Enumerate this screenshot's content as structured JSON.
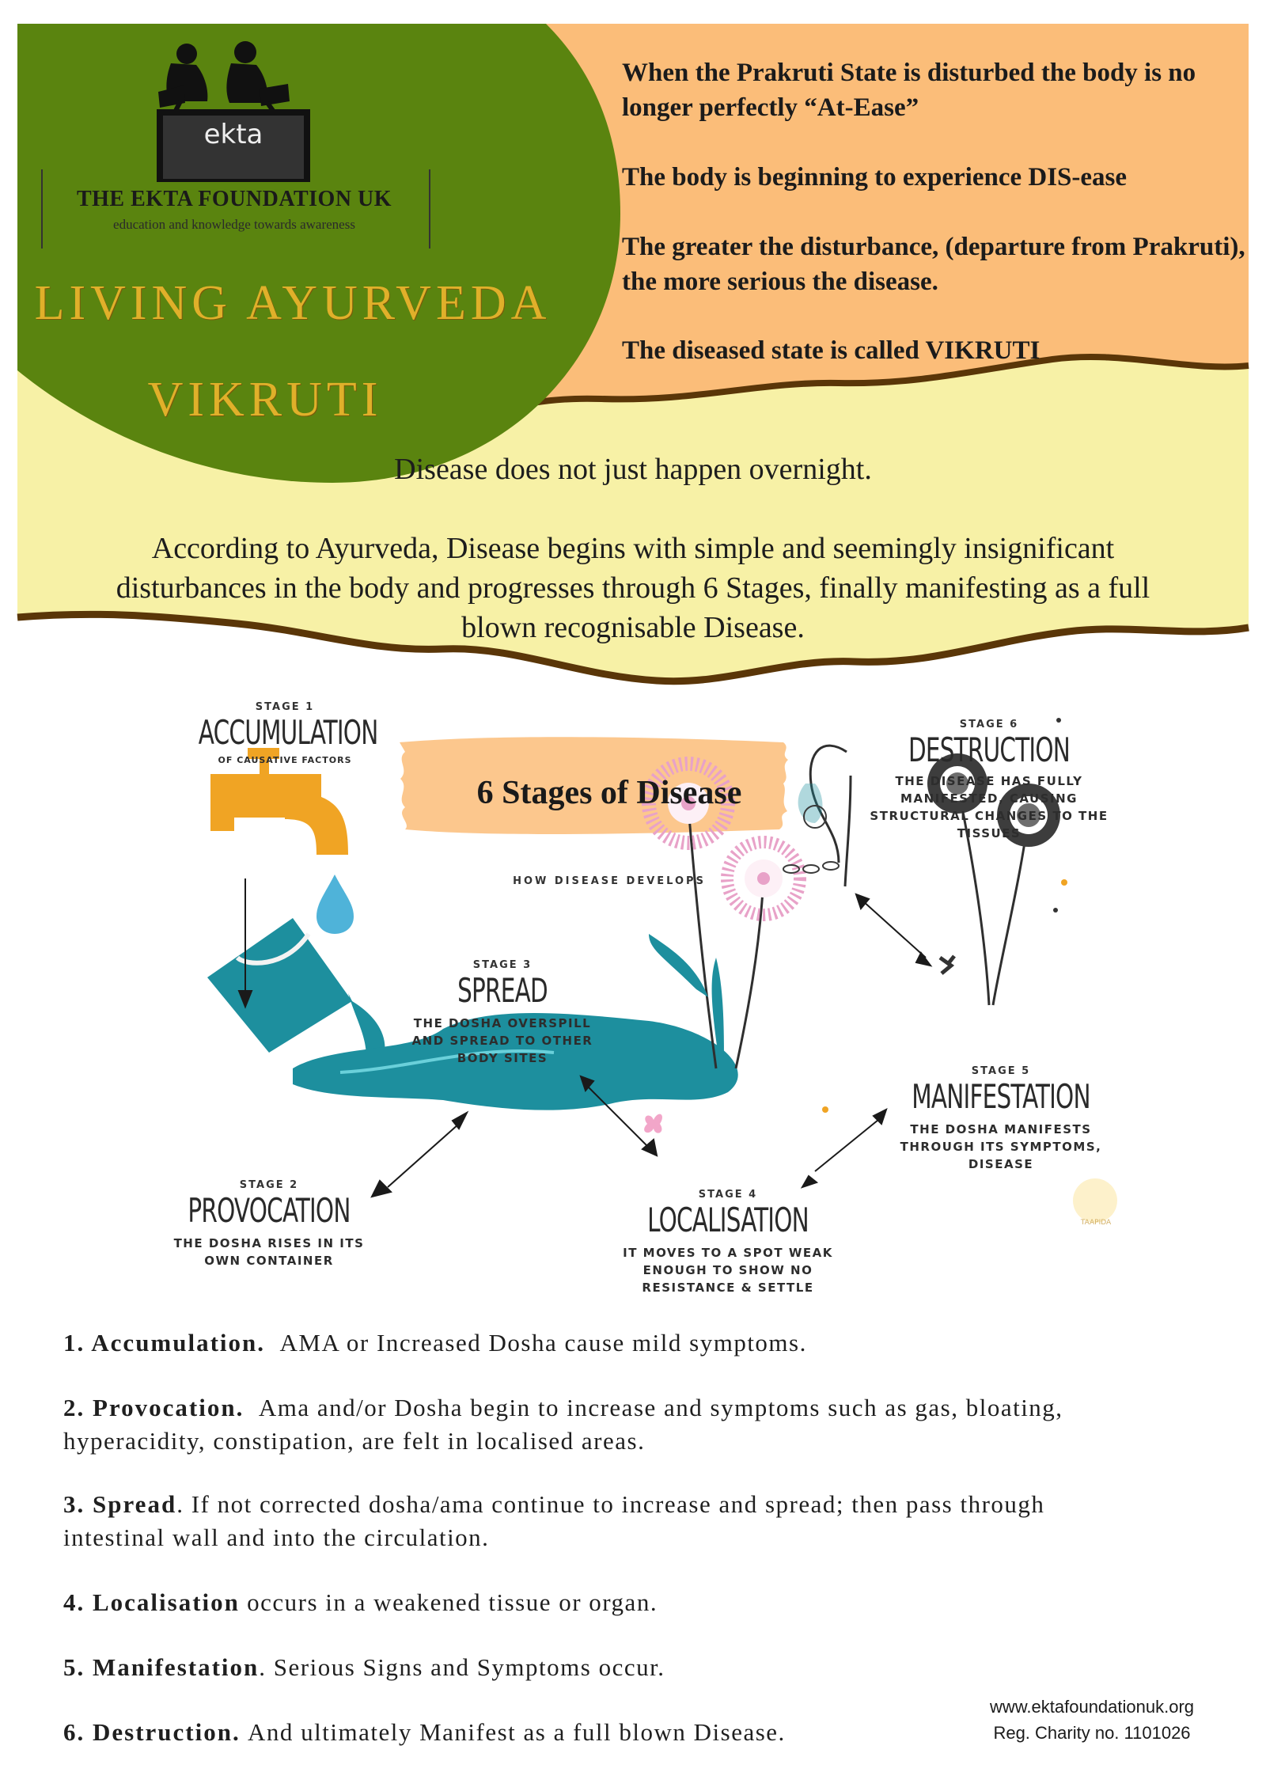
{
  "header": {
    "logo_text": "ekta",
    "org_name": "THE EKTA FOUNDATION UK",
    "tagline": "education and knowledge towards awareness",
    "title": "LIVING AYURVEDA",
    "subtitle": "VIKRUTI"
  },
  "intro": [
    "When the Prakruti State is disturbed the body is no longer perfectly “At-Ease”",
    "The body is beginning to experience DIS-ease",
    "The greater the disturbance, (departure from Prakruti), the more serious the disease.",
    "The diseased state is called VIKRUTI"
  ],
  "overnight": "Disease does not just happen overnight.",
  "paragraph": "According to Ayurveda, Disease begins with simple and seemingly insignificant disturbances in the body and progresses through 6 Stages, finally manifesting as a full blown recognisable Disease.",
  "diagram": {
    "banner_title": "6 Stages of Disease",
    "banner_subtitle": "HOW DISEASE DEVELOPS",
    "stages": [
      {
        "label": "STAGE 1",
        "name": "ACCUMULATION",
        "desc": "OF CAUSATIVE FACTORS"
      },
      {
        "label": "STAGE 2",
        "name": "PROVOCATION",
        "desc": "THE DOSHA RISES IN ITS OWN CONTAINER"
      },
      {
        "label": "STAGE 3",
        "name": "SPREAD",
        "desc": "THE DOSHA OVERSPILL AND SPREAD TO OTHER BODY SITES"
      },
      {
        "label": "STAGE 4",
        "name": "LOCALISATION",
        "desc": "IT MOVES TO A SPOT WEAK ENOUGH TO SHOW NO RESISTANCE & SETTLE"
      },
      {
        "label": "STAGE 5",
        "name": "MANIFESTATION",
        "desc": "THE DOSHA MANIFESTS THROUGH ITS SYMPTOMS, DISEASE"
      },
      {
        "label": "STAGE 6",
        "name": "DESTRUCTION",
        "desc": "THE DISEASE HAS FULLY MANIFESTED, CAUSING STRUCTURAL CHANGES TO THE TISSUES"
      }
    ],
    "watermark": "TAAPIDA"
  },
  "list": [
    {
      "term": "1. Accumulation.",
      "text": "AMA or Increased Dosha cause mild symptoms."
    },
    {
      "term": "2. Provocation.",
      "text": "Ama and/or Dosha begin to increase and symptoms such as gas, bloating, hyperacidity, constipation, are felt in localised areas."
    },
    {
      "term": "3. Spread",
      "text": ". If not corrected dosha/ama continue to increase and spread; then pass through intestinal wall and into the circulation."
    },
    {
      "term": "4. Localisation",
      "text": "occurs in a weakened tissue or organ."
    },
    {
      "term": "5. Manifestation",
      "text": ". Serious Signs and Symptoms occur."
    },
    {
      "term": "6. Destruction.",
      "text": "And ultimately Manifest as a full blown Disease."
    }
  ],
  "footer": {
    "website": "www.ektafoundationuk.org",
    "charity": "Reg. Charity no. 1101026"
  },
  "colors": {
    "green": "#5a840f",
    "peach": "#fbbd79",
    "cream": "#f7f1a6",
    "brown": "#5a3608",
    "teal": "#1d8f9e",
    "gold": "#e0b02a",
    "faucet": "#f0a424"
  }
}
